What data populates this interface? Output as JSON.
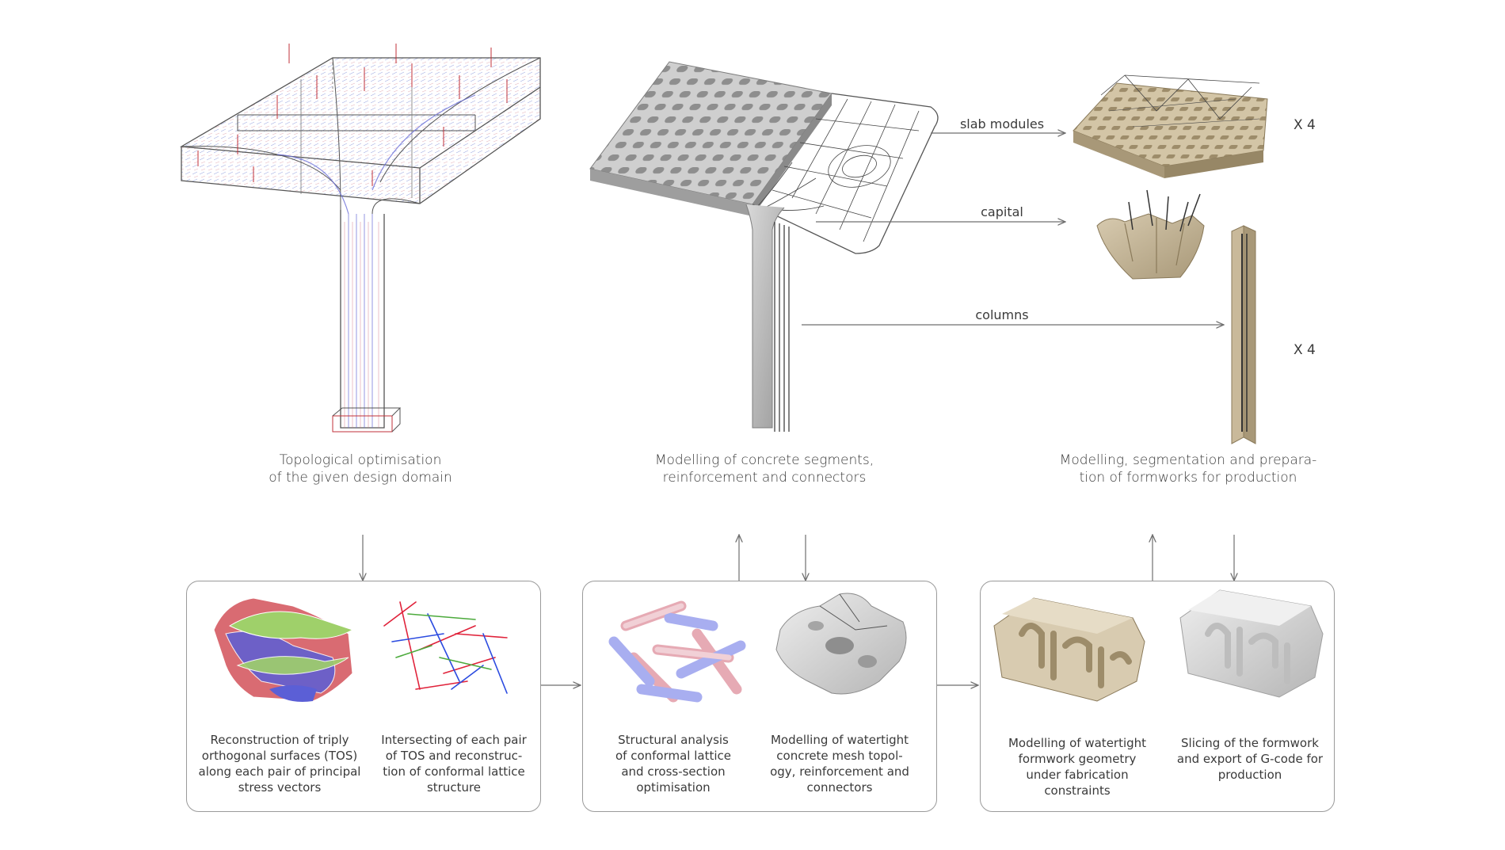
{
  "top_captions": {
    "topology": [
      "Topological optimisation",
      "of the given design domain"
    ],
    "modelling": [
      "Modelling of concrete segments,",
      "reinforcement and connectors"
    ],
    "formworks": [
      "Modelling, segmentation and prepara-",
      "tion of formworks for production"
    ]
  },
  "arrow_labels": {
    "slab": "slab modules",
    "capital": "capital",
    "columns": "columns"
  },
  "multipliers": {
    "slab": "X 4",
    "columns": "X 4"
  },
  "panels": {
    "p1": {
      "a": [
        "Reconstruction of triply",
        "orthogonal surfaces (TOS)",
        "along each pair of principal",
        "stress vectors"
      ],
      "b": [
        "Intersecting of each pair",
        "of TOS and reconstruc-",
        "tion of conformal lattice",
        "structure"
      ]
    },
    "p2": {
      "a": [
        "Structural analysis",
        "of conformal lattice",
        "and cross-section",
        "optimisation"
      ],
      "b": [
        "Modelling of watertight",
        "concrete mesh topol-",
        "ogy, reinforcement and",
        "connectors"
      ]
    },
    "p3": {
      "a": [
        "Modelling of watertight",
        "formwork geometry",
        "under fabrication",
        "constraints"
      ],
      "b": [
        "Slicing of the formwork",
        "and export of G-code for",
        "production"
      ]
    }
  },
  "colors": {
    "line": "#6f6f6f",
    "concrete": "#b9b9b9",
    "formwork": "#c9b99a",
    "tos_red": "#d96b72",
    "tos_blue": "#5b5fd6",
    "tos_green": "#9fd06a",
    "lattice_red": "#e0223a",
    "lattice_blue": "#2b4be0",
    "lattice_green": "#4caa3c"
  }
}
